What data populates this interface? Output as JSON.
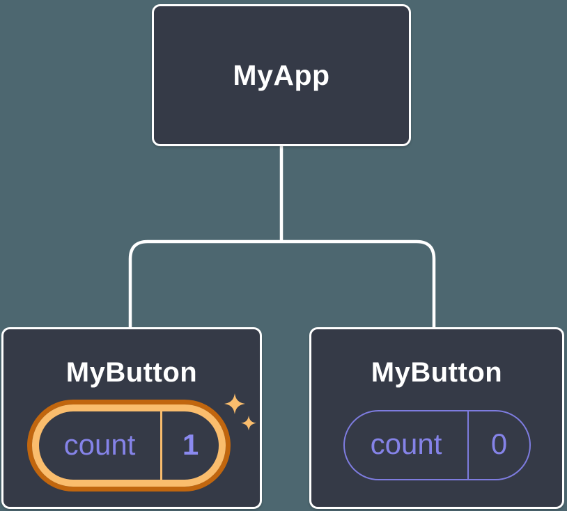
{
  "colors": {
    "background": "#4D6770",
    "node_fill": "#353A47",
    "node_border": "#FFFFFF",
    "connector": "#FFFFFF",
    "state_purple_text": "#8583E8",
    "state_purple_border": "#7E7CE0",
    "highlight_value_purple": "#8B8AF0",
    "highlight_orange_outer": "#C1660E",
    "highlight_orange_inner": "#FABD6D"
  },
  "tree": {
    "root": {
      "label": "MyApp"
    },
    "children": [
      {
        "label": "MyButton",
        "state": {
          "key": "count",
          "value": "1"
        },
        "highlighted": true,
        "icon": "sparkles-icon"
      },
      {
        "label": "MyButton",
        "state": {
          "key": "count",
          "value": "0"
        },
        "highlighted": false
      }
    ]
  }
}
